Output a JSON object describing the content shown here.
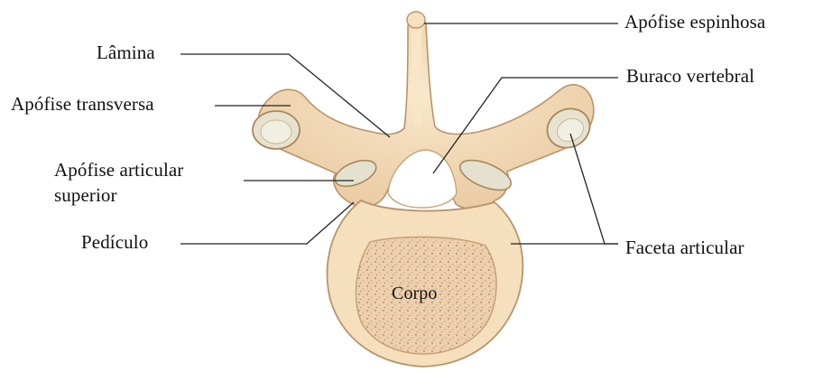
{
  "figure": {
    "colors": {
      "bone": "#f3d9b4",
      "bone_light": "#f8e6c8",
      "bone_shadow": "#d9b98f",
      "outline": "#b8946a",
      "cancellous": "#e9c9a4",
      "cancellous_dot": "#caa077",
      "articular_cartilage": "#e4e1cf",
      "leader_line": "#222222",
      "text": "#111111"
    },
    "labels": {
      "spinous_process": "Apófise espinhosa",
      "lamina": "Lâmina",
      "vertebral_foramen": "Buraco vertebral",
      "transverse_process": "Apófise transversa",
      "superior_articular_line1": "Apófise articular",
      "superior_articular_line2": "superior",
      "pedicle": "Pedículo",
      "articular_facet": "Faceta articular",
      "body": "Corpo"
    }
  }
}
